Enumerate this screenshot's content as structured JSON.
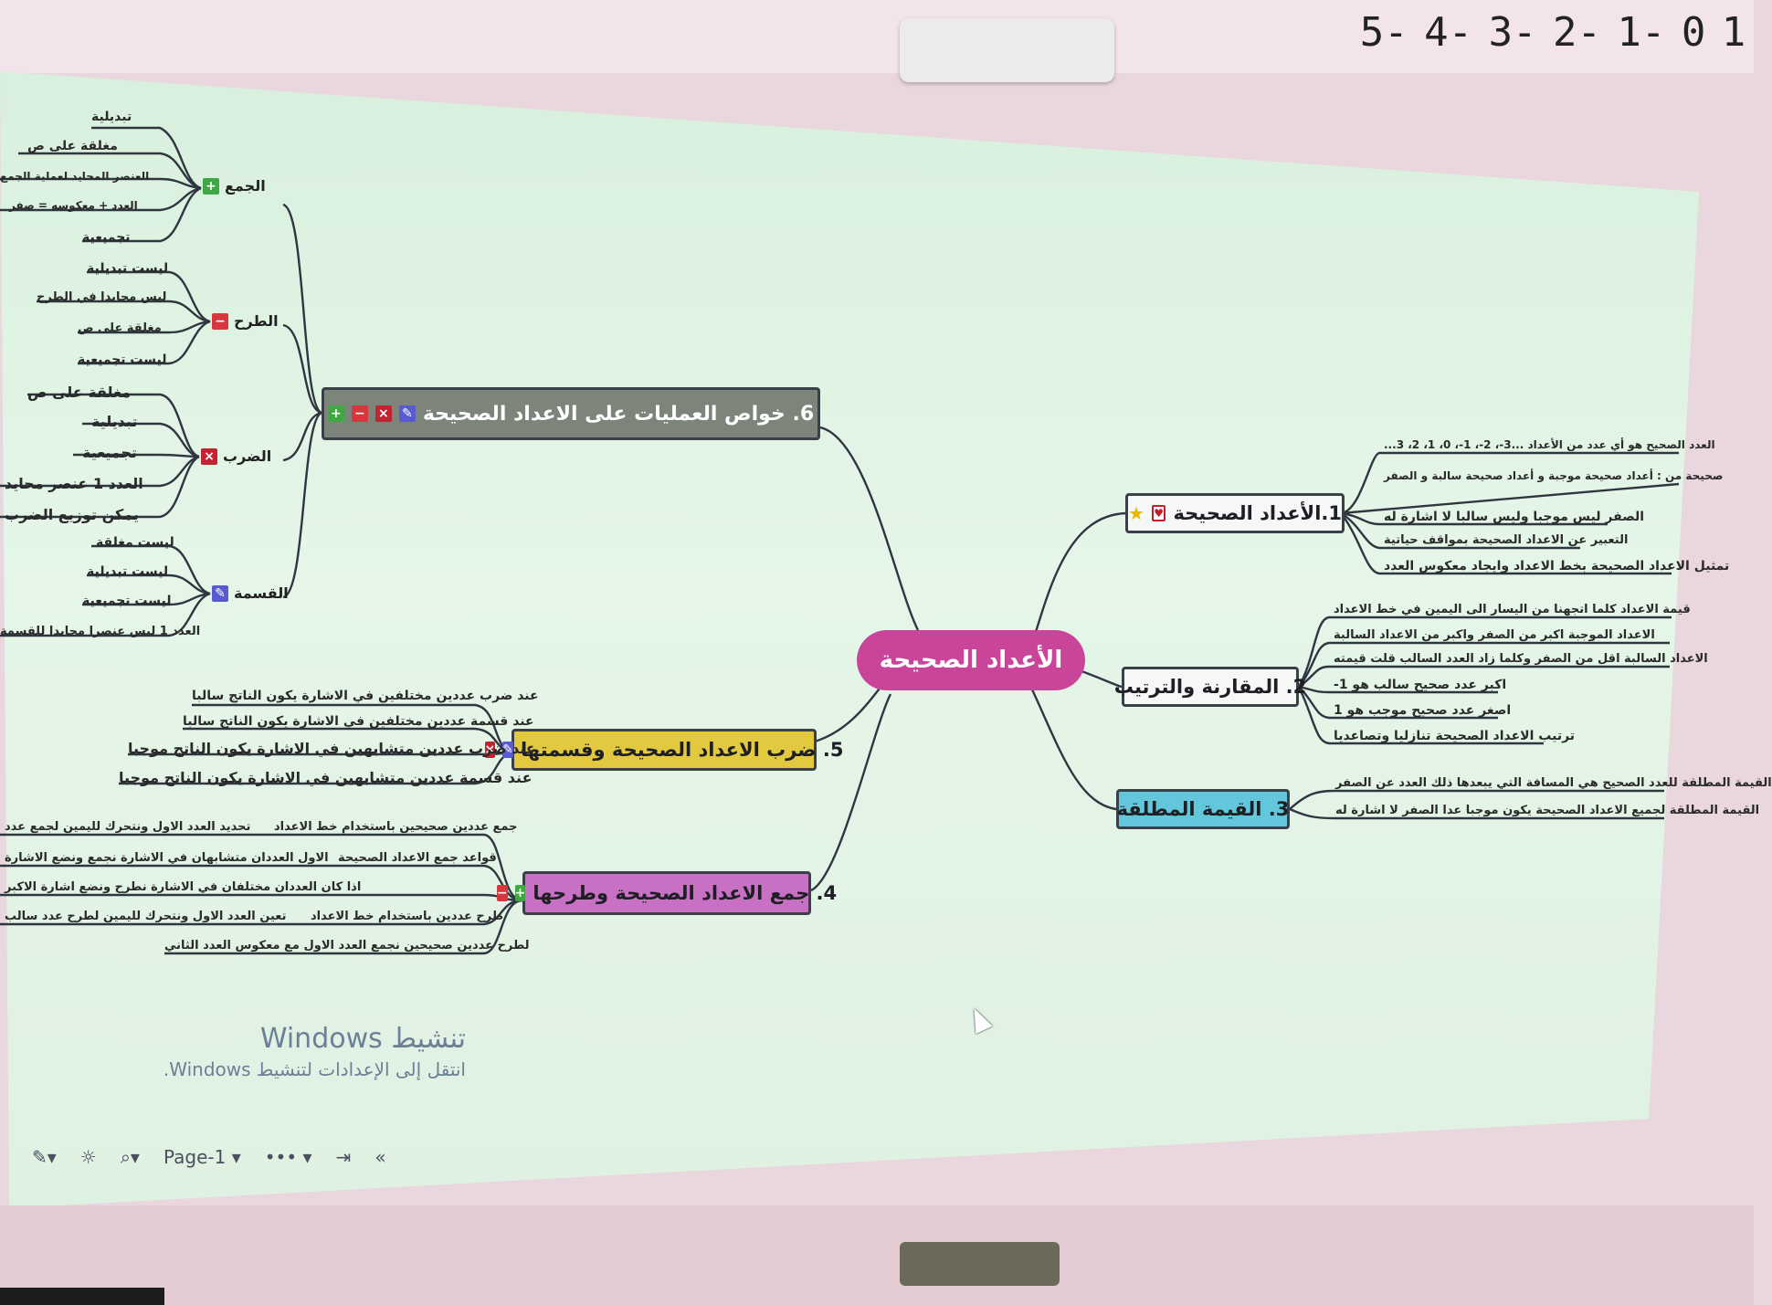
{
  "ruler": [
    "5-",
    "4-",
    "3-",
    "2-",
    "1-",
    "0",
    "1"
  ],
  "root": "الأعداد الصحيحة",
  "branches": {
    "b1": {
      "title": "1.الأعداد الصحيحة",
      "leaves": [
        "العدد الصحيح هو أي عدد من الأعداد ...3-، 2-، 1-، 0، 1، 2، 3...",
        "صحيحة من : أعداد صحيحة موجبة و أعداد صحيحة سالبة و الصفر",
        "الصفر ليس موجبا وليس سالبا لا اشارة له",
        "التعبير عن الاعداد الصحيحة بمواقف حياتية",
        "تمثيل الاعداد الصحيحة بخط الاعداد وايجاد معكوس العدد"
      ]
    },
    "b2": {
      "title": "2. المقارنة والترتيب",
      "leaves": [
        "قيمة الاعداد كلما اتجهنا من اليسار الى اليمين في خط الاعداد",
        "الاعداد الموجبة اكبر من الصفر واكبر من الاعداد السالبة",
        "الاعداد السالبة اقل من الصفر وكلما زاد العدد السالب قلت قيمته",
        "اكبر عدد صحيح سالب هو 1-",
        "اصغر عدد صحيح موجب هو 1",
        "ترتيب الاعداد الصحيحة تنازليا وتصاعديا"
      ]
    },
    "b3": {
      "title": "3. القيمة المطلقة",
      "leaves": [
        "القيمة المطلقة للعدد الصحيح هي المسافة التي يبعدها ذلك العدد عن الصفر",
        "القيمة المطلقة لجميع الاعداد الصحيحة يكون موجبا عدا الصفر لا اشارة له"
      ]
    },
    "b4": {
      "title": "4. جمع الاعداد الصحيحة وطرحها",
      "subs": [
        {
          "label": "جمع عددين صحيحين باستخدام خط الاعداد",
          "leaf": "تحديد العدد الاول ونتحرك لليمين لجمع عدد"
        },
        {
          "label": "قواعد جمع الاعداد الصحيحة",
          "leaf": "الاول العددان متشابهان في الاشارة نجمع ونضع الاشارة"
        },
        {
          "label": "",
          "leaf": "اذا كان العددان مختلفان في الاشارة نطرح ونضع اشارة الاكبر"
        },
        {
          "label": "طرح عددين باستخدام خط الاعداد",
          "leaf": "تعين العدد الاول ونتحرك لليمين لطرح عدد سالب"
        },
        {
          "label": "",
          "leaf": "لطرح عددين صحيحين نجمع العدد الاول مع معكوس العدد الثاني"
        }
      ]
    },
    "b5": {
      "title": "5. ضرب الاعداد الصحيحة وقسمتها",
      "leaves": [
        "عند ضرب عددين مختلفين في الاشارة يكون الناتج سالبا",
        "عند قسمة عددين مختلفين في الاشارة يكون الناتج سالبا",
        "عند ضرب عددين متشابهين في الاشارة يكون الناتج موجبا",
        "عند قسمة عددين متشابهين في الاشارة يكون الناتج موجبا"
      ]
    },
    "b6": {
      "title": "6. خواص العمليات على الاعداد الصحيحة",
      "groups": [
        {
          "label": "الجمع",
          "items": [
            "تبديلية",
            "مغلقة على ص",
            "العنصر المحايد لعملية الجمع",
            "العدد + معكوسه = صفر",
            "تجميعية"
          ]
        },
        {
          "label": "الطرح",
          "items": [
            "ليست تبديلية",
            "ليس محايدا في الطرح",
            "مغلقة على ص",
            "ليست تجميعية"
          ]
        },
        {
          "label": "الضرب",
          "items": [
            "مغلقة على ص",
            "تبديلية",
            "تجميعية",
            "العدد 1 عنصر محايد",
            "يمكن توزيع الضرب"
          ]
        },
        {
          "label": "القسمة",
          "items": [
            "ليست مغلقة",
            "ليست تبديلية",
            "ليست تجميعية",
            "العدد 1 ليس عنصرا محايدا للقسمة"
          ]
        }
      ]
    }
  },
  "watermark": {
    "line1": "تنشيط Windows",
    "line2": "انتقل إلى الإعدادات لتنشيط Windows."
  },
  "toolbar": {
    "page": "Page-1",
    "more": "•••"
  },
  "colors": {
    "root": "#c9459a",
    "b3": "#63c7db",
    "b4": "#c870c4",
    "b5": "#e2c93f",
    "b6": "#7d8479"
  }
}
